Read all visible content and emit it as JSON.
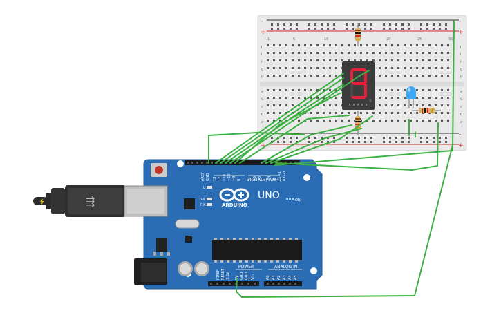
{
  "breadboard": {
    "rail_minus": "-",
    "rail_plus": "+",
    "rows_top": [
      "j",
      "i",
      "h",
      "g",
      "f"
    ],
    "rows_bottom": [
      "e",
      "d",
      "c",
      "b",
      "a"
    ],
    "column_numbers": [
      "1",
      "5",
      "10",
      "15",
      "20",
      "25",
      "30"
    ]
  },
  "display": {
    "digit": "9",
    "segment_color": "#e8213a",
    "body_color": "#3c3c3c"
  },
  "led": {
    "color": "#3fa9f5"
  },
  "arduino": {
    "brand": "ARDUINO",
    "model": "UNO",
    "on_label": "ON",
    "l_label": "L",
    "tx_label": "TX",
    "rx_label": "RX",
    "digital_label": "DIGITAL (PWM~)",
    "power_label": "POWER",
    "analog_label": "ANALOG IN",
    "tx_pin_label": "TX→1",
    "rx_pin_label": "RX←0",
    "digital_pins": [
      "AREF",
      "GND",
      "13",
      "12",
      "~11",
      "~10",
      "~9",
      "8",
      "7",
      "~6",
      "~5",
      "4",
      "~3",
      "2"
    ],
    "power_pins": [
      "IOREF",
      "RESET",
      "3.3V",
      "5V",
      "GND",
      "GND",
      "Vin"
    ],
    "analog_pins": [
      "A0",
      "A1",
      "A2",
      "A3",
      "A4",
      "A5"
    ],
    "board_color": "#2a6db5"
  },
  "wire_color": "#3cb043"
}
